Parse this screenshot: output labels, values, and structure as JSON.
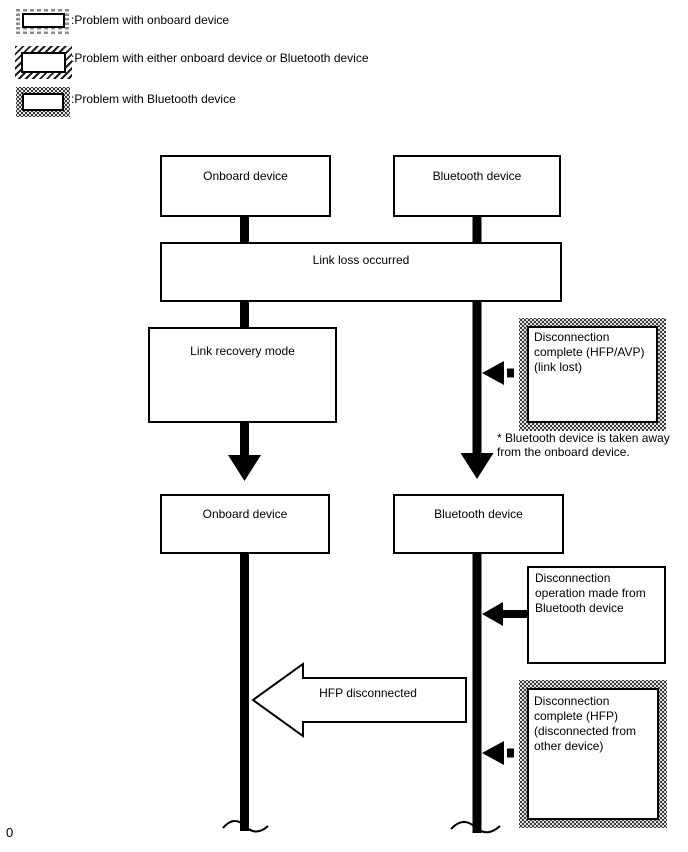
{
  "legend": {
    "items": [
      {
        "name": "onboard",
        "label": ":Problem with onboard device"
      },
      {
        "name": "either",
        "label": ":Problem with either onboard device or Bluetooth device"
      },
      {
        "name": "bluetooth",
        "label": ":Problem with Bluetooth device"
      }
    ]
  },
  "diagram": {
    "onboard_device_top": "Onboard device",
    "bluetooth_device_top": "Bluetooth device",
    "link_loss": "Link loss occurred",
    "link_recovery": "Link recovery mode",
    "disconnection_hfp_avp": "Disconnection complete (HFP/AVP) (link lost)",
    "note": "* Bluetooth device is taken away from the onboard device.",
    "onboard_device_bottom": "Onboard device",
    "bluetooth_device_bottom": "Bluetooth device",
    "disconnection_operation": "Disconnection operation made from Bluetooth device",
    "hfp_disconnected": "HFP disconnected",
    "disconnection_hfp": "Disconnection complete (HFP) (disconnected from other device)"
  },
  "footer": {
    "mark": "0"
  }
}
